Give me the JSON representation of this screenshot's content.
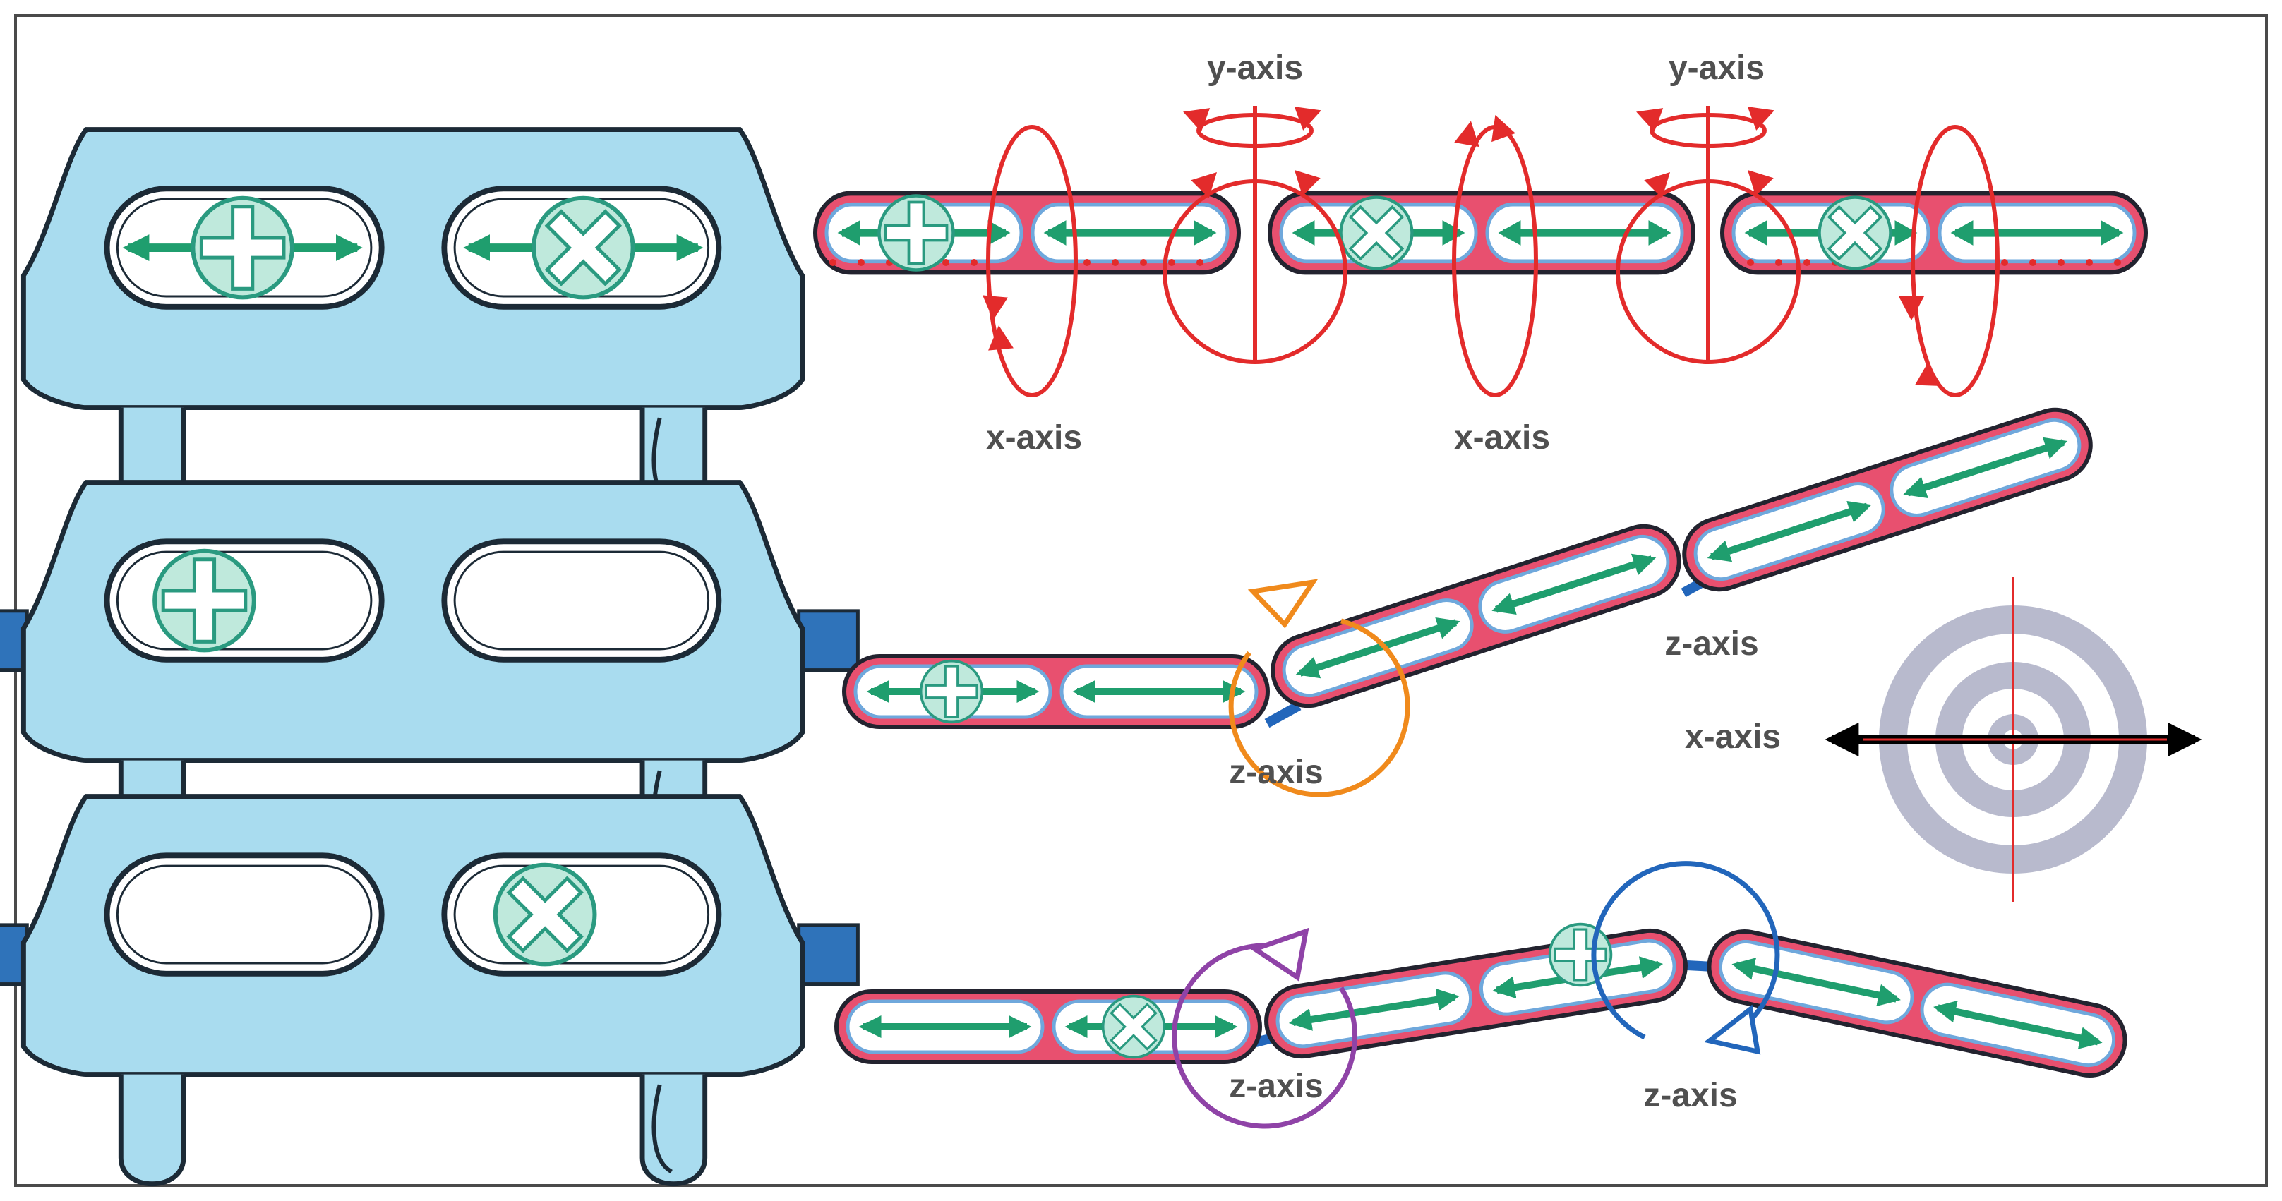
{
  "labels": {
    "top_y_left": "y-axis",
    "top_y_right": "y-axis",
    "top_x_left": "x-axis",
    "top_x_right": "x-axis",
    "mid_z_orange": "z-axis",
    "mid_z_right": "z-axis",
    "target_x": "x-axis",
    "bottom_z_purple": "z-axis",
    "bottom_z_blue": "z-axis"
  },
  "colors": {
    "frame": "#4a4a4a",
    "plate_fill": "#a9dcef",
    "plate_stroke": "#1c2a36",
    "screw_fill": "#bfe9dc",
    "screw_stroke": "#2a9a80",
    "green_arrow": "#1f9e6e",
    "link_pink": "#e8506f",
    "link_border": "#23232f",
    "slot_fill": "#ffffff",
    "slot_edge": "#6fa8dc",
    "red_arrow": "#e32b2b",
    "orange": "#f08a1c",
    "purple": "#8f43a7",
    "blue": "#2266bb",
    "blue_tab": "#2f73ba",
    "target_ring": "#b8bacd",
    "label_text": "#505050"
  }
}
